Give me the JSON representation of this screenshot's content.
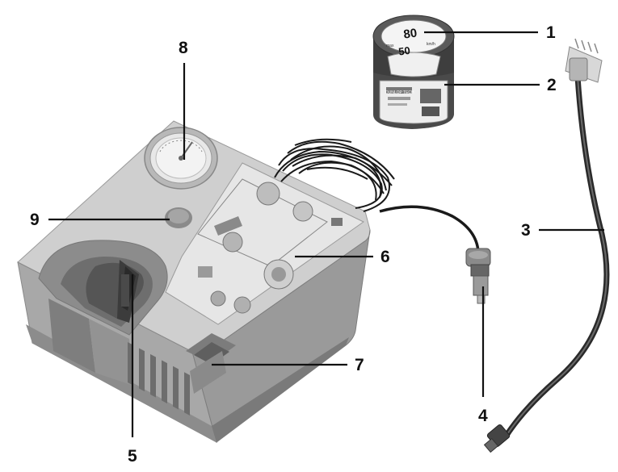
{
  "figure": {
    "subject": "tire mobility kit: compressor, sealant bottle, hose and power plug",
    "colors": {
      "device_light": "#d4d4d4",
      "device_mid": "#b8b8b8",
      "device_dark": "#8e8e8e",
      "device_shadow": "#6f6f6f",
      "cable": "#1a1a1a",
      "leader_lines": "#111111"
    }
  },
  "callouts": [
    {
      "id": "1",
      "label": "1"
    },
    {
      "id": "2",
      "label": "2"
    },
    {
      "id": "3",
      "label": "3"
    },
    {
      "id": "4",
      "label": "4"
    },
    {
      "id": "5",
      "label": "5"
    },
    {
      "id": "6",
      "label": "6"
    },
    {
      "id": "7",
      "label": "7"
    },
    {
      "id": "8",
      "label": "8"
    },
    {
      "id": "9",
      "label": "9"
    }
  ],
  "bottle": {
    "cap_text_top": "80",
    "cap_text_bottom": "50",
    "cap_small_left": "max",
    "cap_small_right": "km/h",
    "label_brand": "DUNLOP TECH"
  }
}
